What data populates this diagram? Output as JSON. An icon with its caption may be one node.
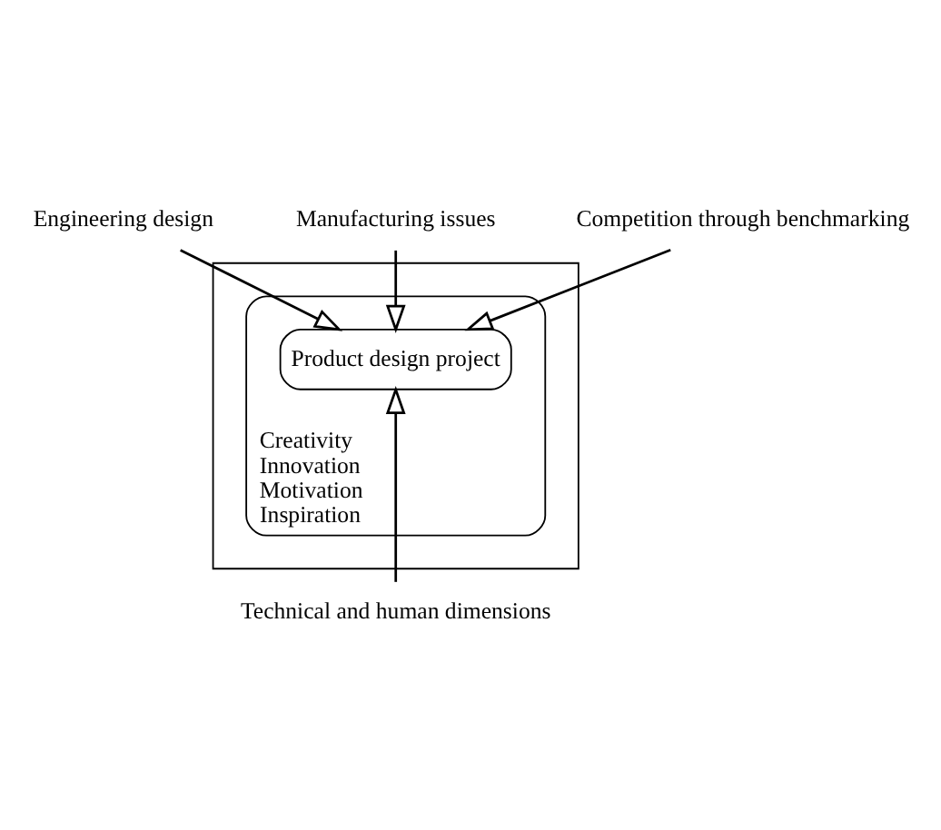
{
  "diagram": {
    "nodes": [
      {
        "text": [],
        "shape": "box"
      },
      {
        "text": [
          "Creativity",
          "Innovation",
          "Motivation",
          "Inspiration"
        ],
        "in": 0
      },
      {
        "text": [
          "Product design project"
        ],
        "in": 1
      },
      {
        "text": [
          "Engineering design"
        ]
      },
      {
        "text": [
          "Manufacturing issues"
        ]
      },
      {
        "text": [
          "Competition through benchmarking"
        ]
      },
      {
        "text": [
          "Technical and human dimensions"
        ]
      }
    ],
    "edges": [
      {
        "from": 3,
        "to": 2,
        "arrow": "to"
      },
      {
        "from": 4,
        "to": 2,
        "arrow": "to"
      },
      {
        "from": 5,
        "to": 2,
        "arrow": "to"
      },
      {
        "from": 6,
        "to": 2,
        "arrow": "to"
      }
    ]
  }
}
